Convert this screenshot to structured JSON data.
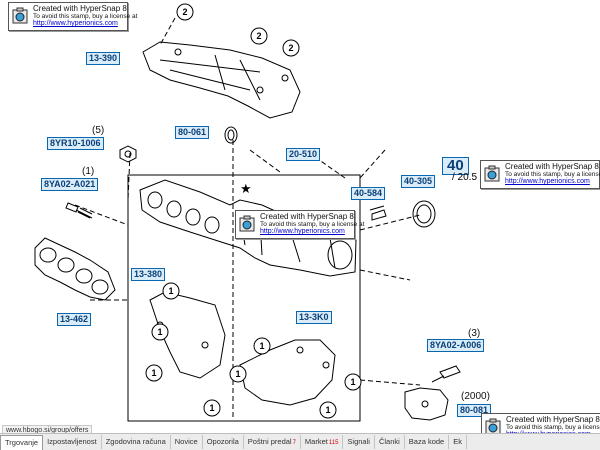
{
  "diagram": {
    "part_codes": [
      "13-390",
      "80-061",
      "8YR10-1006",
      "8YA02-A021",
      "13-462",
      "20-510",
      "40-584",
      "40-305",
      "13-380",
      "13-3K0",
      "8YA02-A006",
      "80-081"
    ],
    "callouts": [
      "1",
      "2",
      "★"
    ],
    "quantities": [
      "(5)",
      "(1)",
      "(3)",
      "(2000)"
    ],
    "corner_partial": {
      "code": "40",
      "sub": "/ 20.5"
    }
  },
  "watermark": {
    "line1": "Created with HyperSnap 8",
    "line2": "To avoid this stamp, buy a license at",
    "url": "http://www.hyperionics.com"
  },
  "status_url": "www.hbogo.si/group/offers",
  "taskbar": {
    "tabs": [
      {
        "label": "Trgovanje",
        "badge": ""
      },
      {
        "label": "Izpostavljenost",
        "badge": ""
      },
      {
        "label": "Zgodovina računa",
        "badge": ""
      },
      {
        "label": "Novice",
        "badge": ""
      },
      {
        "label": "Opozorila",
        "badge": ""
      },
      {
        "label": "Poštni predal",
        "badge": "7"
      },
      {
        "label": "Market",
        "badge": "115"
      },
      {
        "label": "Signali",
        "badge": ""
      },
      {
        "label": "Članki",
        "badge": ""
      },
      {
        "label": "Baza kode",
        "badge": ""
      },
      {
        "label": "Ek",
        "badge": ""
      }
    ]
  },
  "colors": {
    "code_bg": "#d9ecf7",
    "code_border": "#0b66b0",
    "link": "#0000cc",
    "badge": "#d00000"
  }
}
